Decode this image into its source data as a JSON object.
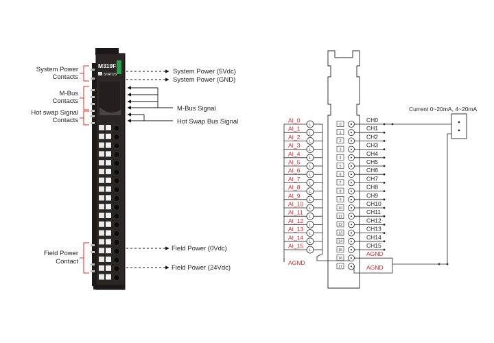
{
  "module": {
    "model": "M319F",
    "status_label": "STATUS",
    "accent_color": "#2e9e4a",
    "body_color": "#2a2624",
    "callout_color": "#d93025"
  },
  "left_labels": {
    "system_power_contacts": [
      "System Power",
      "Contacts"
    ],
    "mbus_contacts": [
      "M-Bus",
      "Contacts"
    ],
    "hot_swap_contacts": [
      "Hot swap Signal",
      "Contacts"
    ],
    "field_power_contact": [
      "Field Power",
      "Contact"
    ]
  },
  "right_labels": {
    "system_power_5v": "System Power (5Vdc)",
    "system_power_gnd": "System Power (GND)",
    "mbus_signal": "M-Bus Signal",
    "hot_swap_bus_signal": "Hot Swap Bus Signal",
    "field_power_0v": "Field Power (0Vdc)",
    "field_power_24v": "Field Power (24Vdc)"
  },
  "wiring": {
    "current_label": "Current 0~20mA, 4~20mA",
    "ai_labels": [
      "AI_0",
      "AI_1",
      "AI_2",
      "AI_3",
      "AI_4",
      "AI_5",
      "AI_6",
      "AI_7",
      "AI_8",
      "AI_9",
      "AI_10",
      "AI_11",
      "AI_12",
      "AI_13",
      "AI_14",
      "AI_15"
    ],
    "channel_labels": [
      "CH0",
      "CH1",
      "CH2",
      "CH3",
      "CH4",
      "CH5",
      "CH6",
      "CH7",
      "CH8",
      "CH9",
      "CH10",
      "CH11",
      "CH12",
      "CH13",
      "CH14",
      "CH15"
    ],
    "terminal_numbers": [
      "0",
      "1",
      "2",
      "3",
      "4",
      "5",
      "6",
      "7",
      "8",
      "9",
      "10",
      "11",
      "12",
      "13",
      "14",
      "15",
      "16",
      "17"
    ],
    "l_marker": "L",
    "agnd_left": "AGND",
    "agnd_right_top": "AGND",
    "agnd_right_bottom": "AGND",
    "label_color": "#c62828"
  }
}
